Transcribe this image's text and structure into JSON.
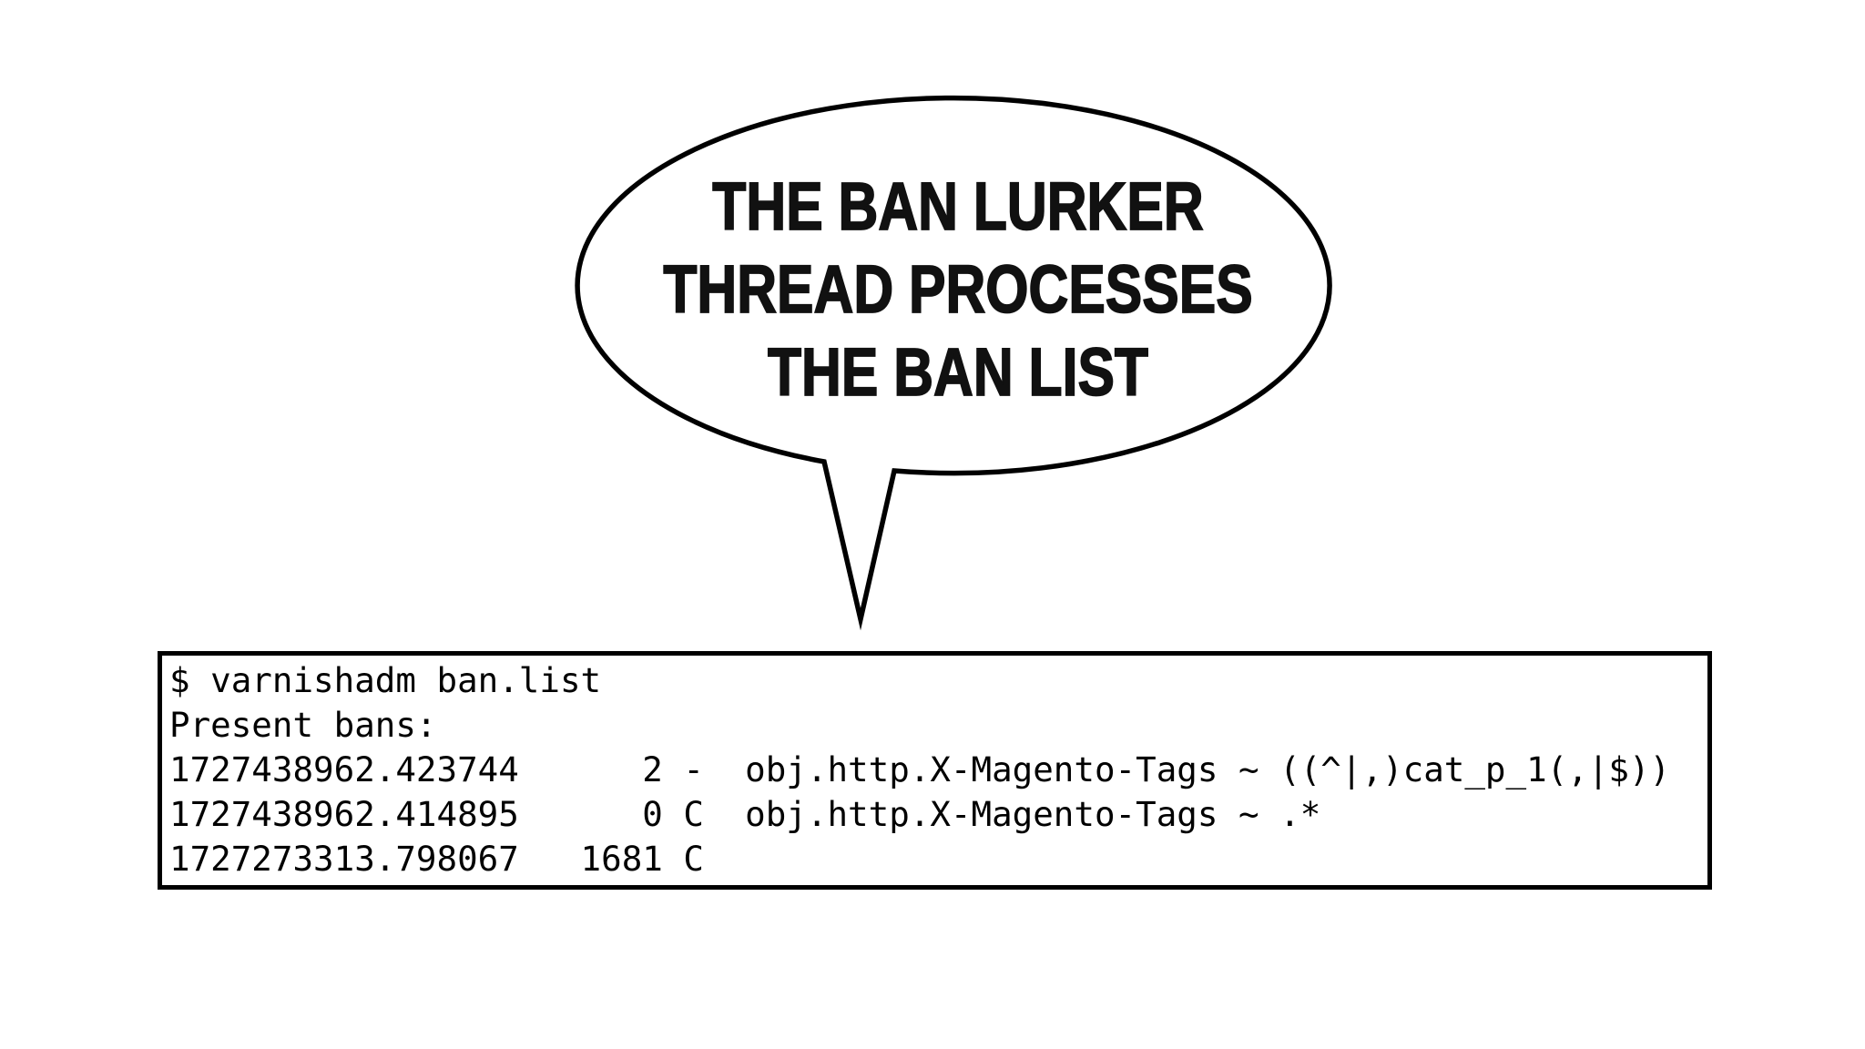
{
  "bubble": {
    "lines": {
      "0": "THE BAN LURKER",
      "1": "THREAD PROCESSES",
      "2": "THE BAN LIST"
    }
  },
  "terminal": {
    "lines": {
      "0": "$ varnishadm ban.list",
      "1": "Present bans:",
      "2": "1727438962.423744      2 -  obj.http.X-Magento-Tags ~ ((^|,)cat_p_1(,|$))",
      "3": "1727438962.414895      0 C  obj.http.X-Magento-Tags ~ .*",
      "4": "1727273313.798067   1681 C"
    }
  },
  "colors": {
    "ink": "#000000",
    "background": "#ffffff"
  }
}
